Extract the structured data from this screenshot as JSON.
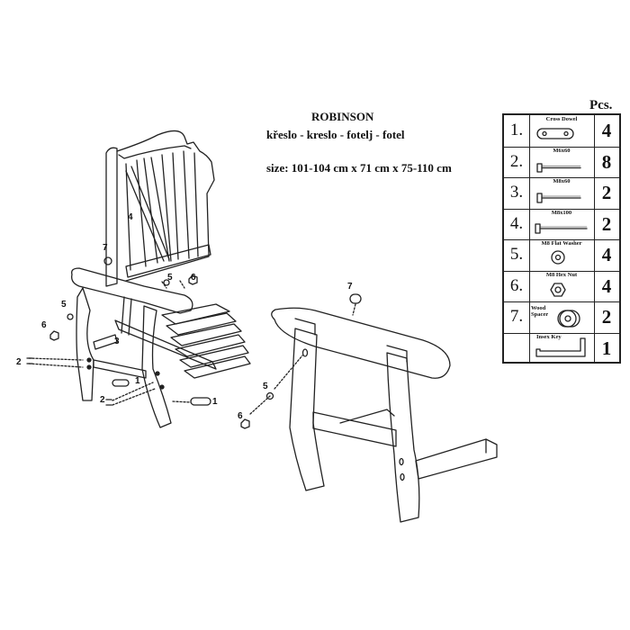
{
  "header": {
    "title": "ROBINSON",
    "subtitle": "křeslo - kreslo - fotelj - fotel",
    "size": "size: 101-104 cm x 71 cm x 75-110 cm",
    "pcs": "Pcs."
  },
  "parts": [
    {
      "num": "1.",
      "name": "Cross Dowel",
      "qty": "4",
      "icon": "cross-dowel-icon"
    },
    {
      "num": "2.",
      "name": "M6x60",
      "qty": "8",
      "icon": "bolt-m6x60-icon"
    },
    {
      "num": "3.",
      "name": "M8x60",
      "qty": "2",
      "icon": "bolt-m8x60-icon"
    },
    {
      "num": "4.",
      "name": "M8x100",
      "qty": "2",
      "icon": "bolt-m8x100-icon"
    },
    {
      "num": "5.",
      "name": "M8 Flat Washer",
      "qty": "4",
      "icon": "flat-washer-icon"
    },
    {
      "num": "6.",
      "name": "M8 Hex Nut",
      "qty": "4",
      "icon": "hex-nut-icon"
    },
    {
      "num": "7.",
      "name": "Wood Spacer",
      "qty": "2",
      "icon": "wood-spacer-icon"
    },
    {
      "num": "",
      "name": "Insex Key",
      "qty": "1",
      "icon": "hex-key-icon"
    }
  ],
  "callouts": {
    "c1": "1",
    "c2": "2",
    "c3": "3",
    "c4": "4",
    "c5": "5",
    "c6": "6",
    "c7": "7"
  }
}
